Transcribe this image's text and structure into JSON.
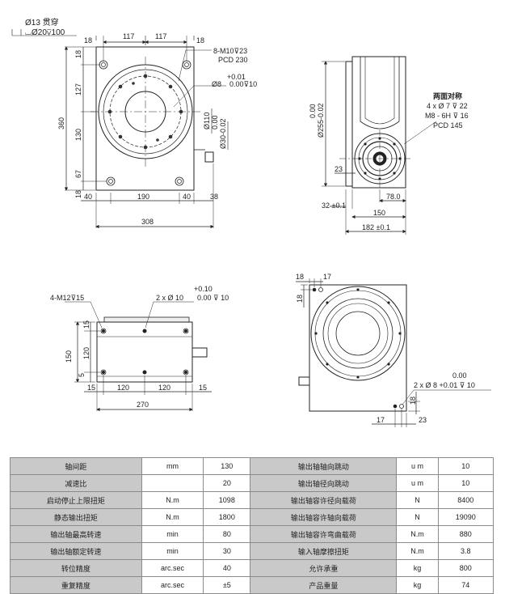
{
  "front_view": {
    "hole_note_1": "Ø13 贯穿",
    "hole_note_2": "⌴Ø20⊽100",
    "dim_top": [
      "18",
      "117",
      "117",
      "18"
    ],
    "dim_left": [
      "18",
      "127",
      "360",
      "130",
      "67",
      "18"
    ],
    "dim_bottom": [
      "40",
      "190",
      "40",
      "38"
    ],
    "dim_overall": "308",
    "callout_m10": "8-M10⊽23",
    "callout_pcd": "PCD 230",
    "tol_upper": "+0.01",
    "callout_pin": "Ø8",
    "tol_lower": "0.00⊽10",
    "dia_110": "Ø110",
    "dia_30_tol_upper": "0.00",
    "dia_30": "Ø30-0.02"
  },
  "side_view": {
    "dia_tol_upper": "0.00",
    "dia_255": "Ø255-0.02",
    "note_title": "两面对称",
    "note_line_1": "4 x Ø 7 ⊽ 22",
    "note_line_2": "M8 - 6H ⊽ 16",
    "note_line_3": "PCD 145",
    "dim_23": "23",
    "dim_78": "78.0",
    "dim_32": "32 ±0.1",
    "dim_150": "150",
    "dim_182": "182 ±0.1"
  },
  "bottom_left_view": {
    "callout_m12": "4-M12⊽15",
    "tol_upper": "+0.10",
    "callout_pin": "2 x Ø 10",
    "tol_lower": "0.00 ⊽ 10",
    "dim_left": [
      "15",
      "150",
      "120",
      "5"
    ],
    "dim_bottom": [
      "15",
      "120",
      "120",
      "15"
    ],
    "dim_overall": "270"
  },
  "bottom_right_view": {
    "dim_top": [
      "18",
      "17"
    ],
    "dim_side": "18",
    "tol_upper": "0.00",
    "callout_pin": "2 x Ø 8 +0.01 ⊽ 10",
    "dim_18": "18",
    "dim_bottom": [
      "17",
      "23"
    ]
  },
  "spec_table": {
    "rows": [
      [
        "轴间距",
        "mm",
        "130",
        "输出轴轴向跳动",
        "u m",
        "10"
      ],
      [
        "减速比",
        "",
        "20",
        "输出轴径向跳动",
        "u m",
        "10"
      ],
      [
        "启动停止上限扭矩",
        "N.m",
        "1098",
        "输出轴容许径向载荷",
        "N",
        "8400"
      ],
      [
        "静态输出扭矩",
        "N.m",
        "1800",
        "输出轴容许轴向载荷",
        "N",
        "19090"
      ],
      [
        "输出轴最高转速",
        "min",
        "80",
        "输出轴容许弯曲载荷",
        "N.m",
        "880"
      ],
      [
        "输出轴额定转速",
        "min",
        "30",
        "输入轴摩擦扭矩",
        "N.m",
        "3.8"
      ],
      [
        "转位精度",
        "arc.sec",
        "40",
        "允许承重",
        "kg",
        "800"
      ],
      [
        "重复精度",
        "arc.sec",
        "±5",
        "产品重量",
        "kg",
        "74"
      ]
    ]
  }
}
